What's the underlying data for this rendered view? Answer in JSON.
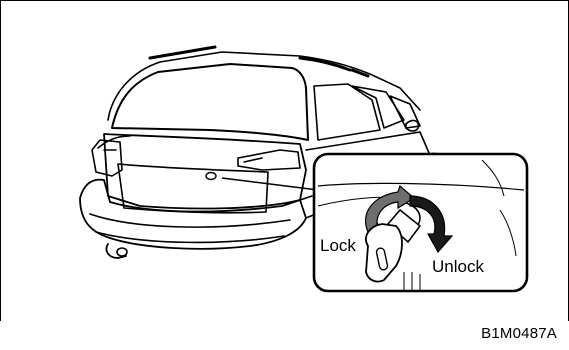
{
  "figure": {
    "code": "B1M0487A"
  },
  "inset": {
    "lock_label": "Lock",
    "unlock_label": "Unlock"
  }
}
